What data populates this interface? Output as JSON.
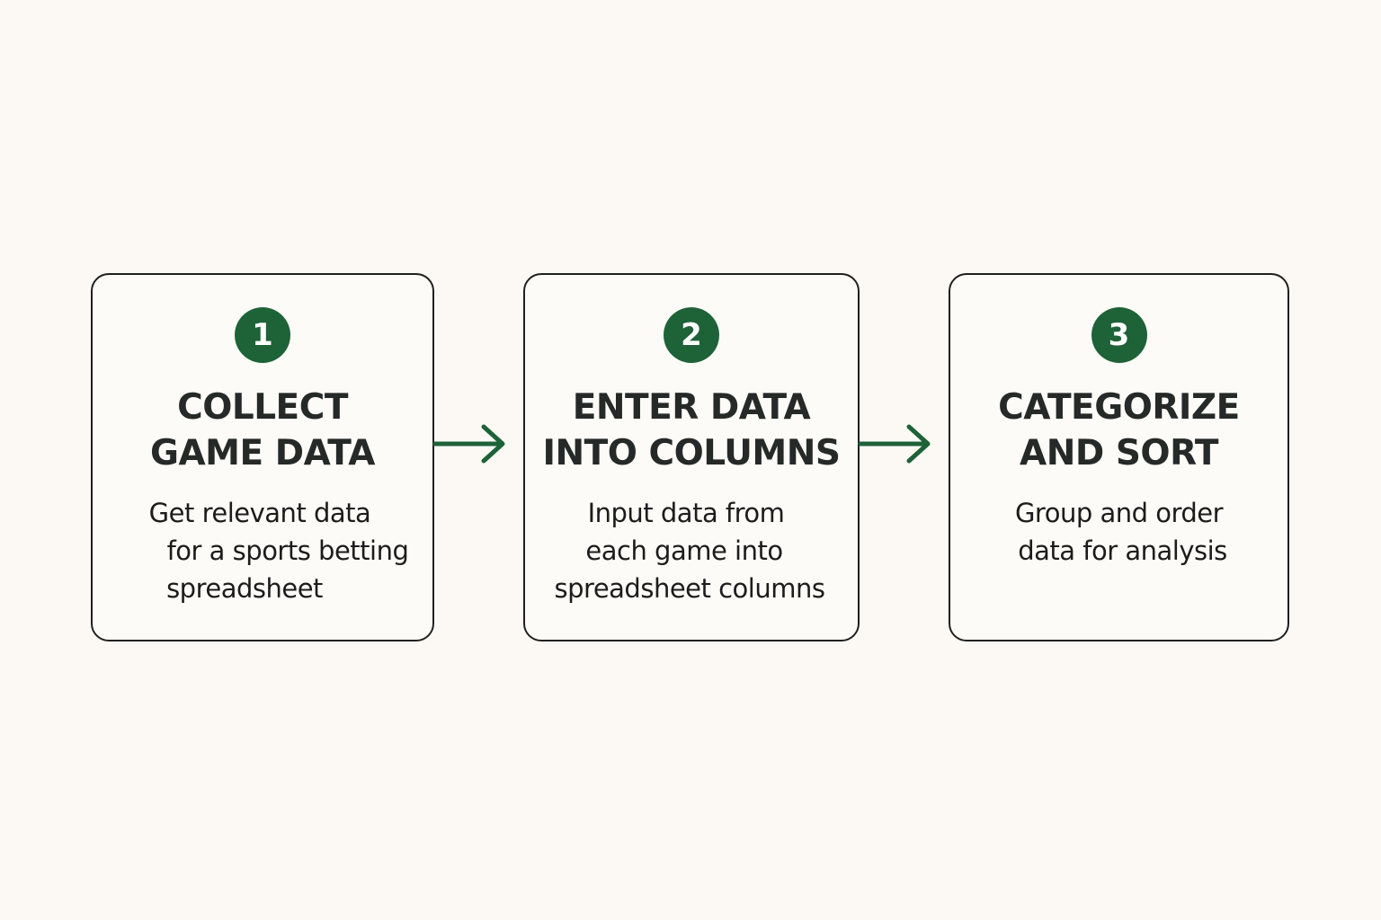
{
  "colors": {
    "accent": "#1e6238",
    "border": "#202020",
    "background": "#fcf9f4"
  },
  "steps": [
    {
      "number": "1",
      "title_lines": [
        "COLLECT",
        "GAME DATA"
      ],
      "description_lines": [
        "Get relevant data",
        "for a sports betting",
        "spreadsheet"
      ]
    },
    {
      "number": "2",
      "title_lines": [
        "ENTER DATA",
        "INTO COLUMNS"
      ],
      "description_lines": [
        "Input data from",
        "each game into",
        "spreadsheet columns"
      ]
    },
    {
      "number": "3",
      "title_lines": [
        "CATEGORIZE",
        "AND SORT"
      ],
      "description_lines": [
        "Group and order",
        "data for analysis"
      ]
    }
  ],
  "connectors": [
    {
      "icon": "arrow-right-icon"
    },
    {
      "icon": "arrow-right-icon"
    }
  ]
}
